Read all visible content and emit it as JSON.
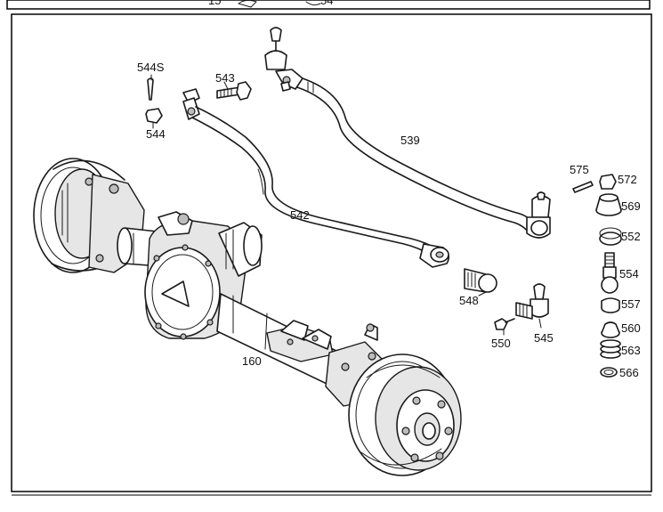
{
  "top_strip": {
    "label_left": "15",
    "label_right": "54"
  },
  "callouts": {
    "c544S": "544S",
    "c543": "543",
    "c544": "544",
    "c539": "539",
    "c575": "575",
    "c572": "572",
    "c569": "569",
    "c542": "542",
    "c552": "552",
    "c554": "554",
    "c548": "548",
    "c557": "557",
    "c560": "560",
    "c550": "550",
    "c545": "545",
    "c563": "563",
    "c566": "566",
    "c160": "160"
  },
  "colors": {
    "line": "#1a1a1a",
    "background": "#ffffff",
    "border": "#000000"
  }
}
